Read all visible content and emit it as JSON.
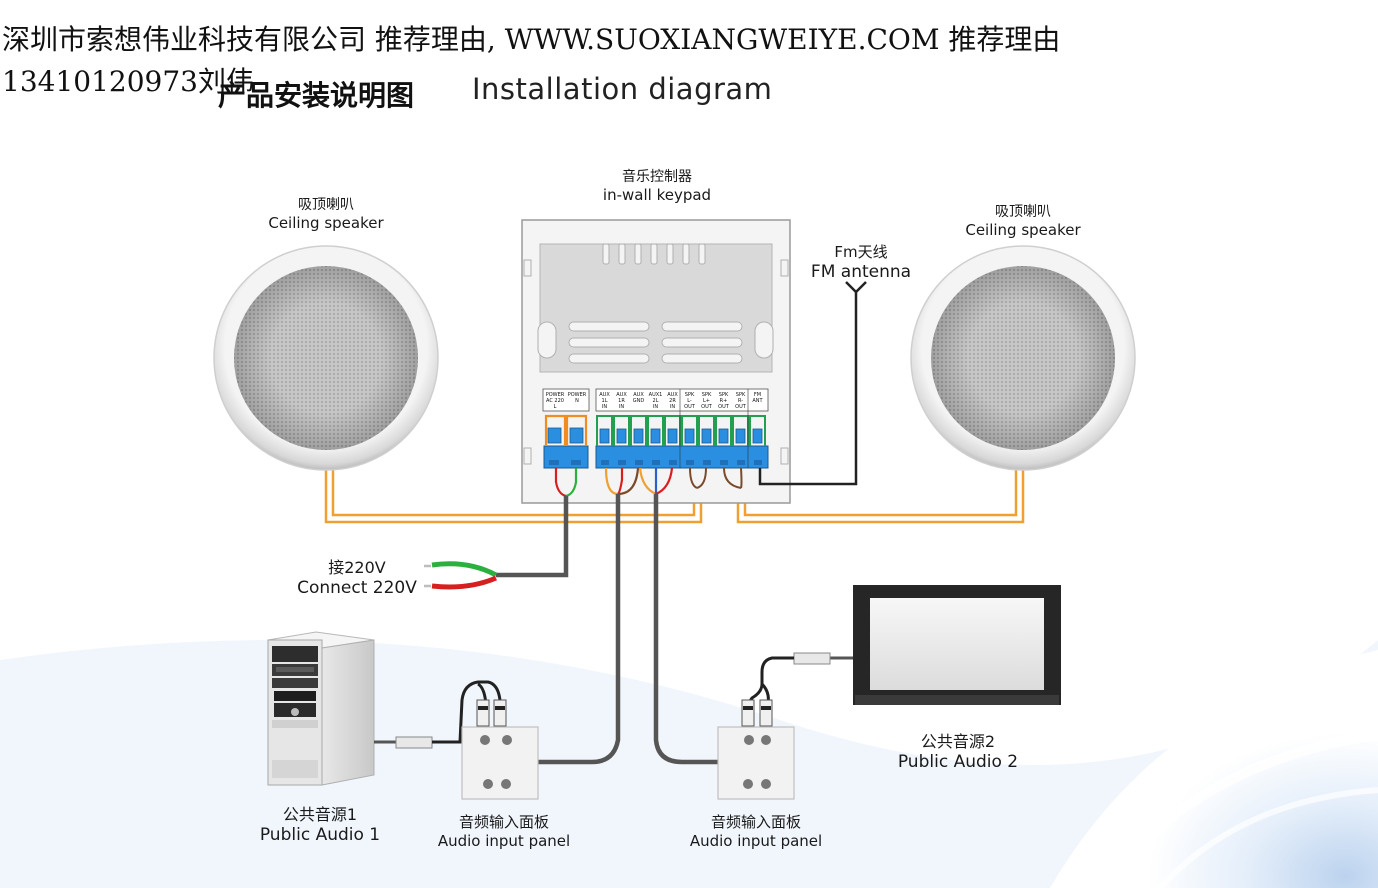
{
  "watermark": {
    "line1": "深圳市索想伟业科技有限公司 推荐理由, WWW.SUOXIANGWEIYE.COM 推荐理由",
    "line2": "13410120973刘伟"
  },
  "title": {
    "cn": "产品安装说明图",
    "en": "Installation diagram"
  },
  "labels": {
    "keypad": {
      "cn": "音乐控制器",
      "en": "in-wall keypad"
    },
    "speaker_left": {
      "cn": "吸顶喇叭",
      "en": "Ceiling speaker"
    },
    "speaker_right": {
      "cn": "吸顶喇叭",
      "en": "Ceiling speaker"
    },
    "antenna": {
      "cn": "Fm天线",
      "en": "FM antenna"
    },
    "power": {
      "cn": "接220V",
      "en": "Connect 220V"
    },
    "audio1": {
      "cn": "公共音源1",
      "en": "Public Audio 1"
    },
    "audio2": {
      "cn": "公共音源2",
      "en": "Public Audio 2"
    },
    "panel1": {
      "cn": "音频输入面板",
      "en": "Audio input panel"
    },
    "panel2": {
      "cn": "音频输入面板",
      "en": "Audio input panel"
    }
  },
  "terminals": {
    "power": [
      [
        "POWER",
        "AC 220",
        "L"
      ],
      [
        "POWER",
        "N",
        ""
      ]
    ],
    "signal": [
      [
        "AUX",
        "1L",
        "IN"
      ],
      [
        "AUX",
        "1R",
        "IN"
      ],
      [
        "AUX",
        "GND",
        ""
      ],
      [
        "AUX1",
        "2L",
        "IN"
      ],
      [
        "AUX",
        "2R",
        "IN"
      ],
      [
        "SPK",
        "L-",
        "OUT"
      ],
      [
        "SPK",
        "L+",
        "OUT"
      ],
      [
        "SPK",
        "R+",
        "OUT"
      ],
      [
        "SPK",
        "R-",
        "OUT"
      ],
      [
        "FM",
        "ANT",
        ""
      ]
    ]
  },
  "colors": {
    "speaker_wire": "#f0a030",
    "cable_gray": "#555555",
    "terminal_blue": "#2a8fe0",
    "terminal_green": "#22a050",
    "terminal_orange": "#f08c20",
    "wire_red": "#d62020",
    "wire_green": "#2bb040",
    "wire_brown": "#7a4a2a"
  }
}
